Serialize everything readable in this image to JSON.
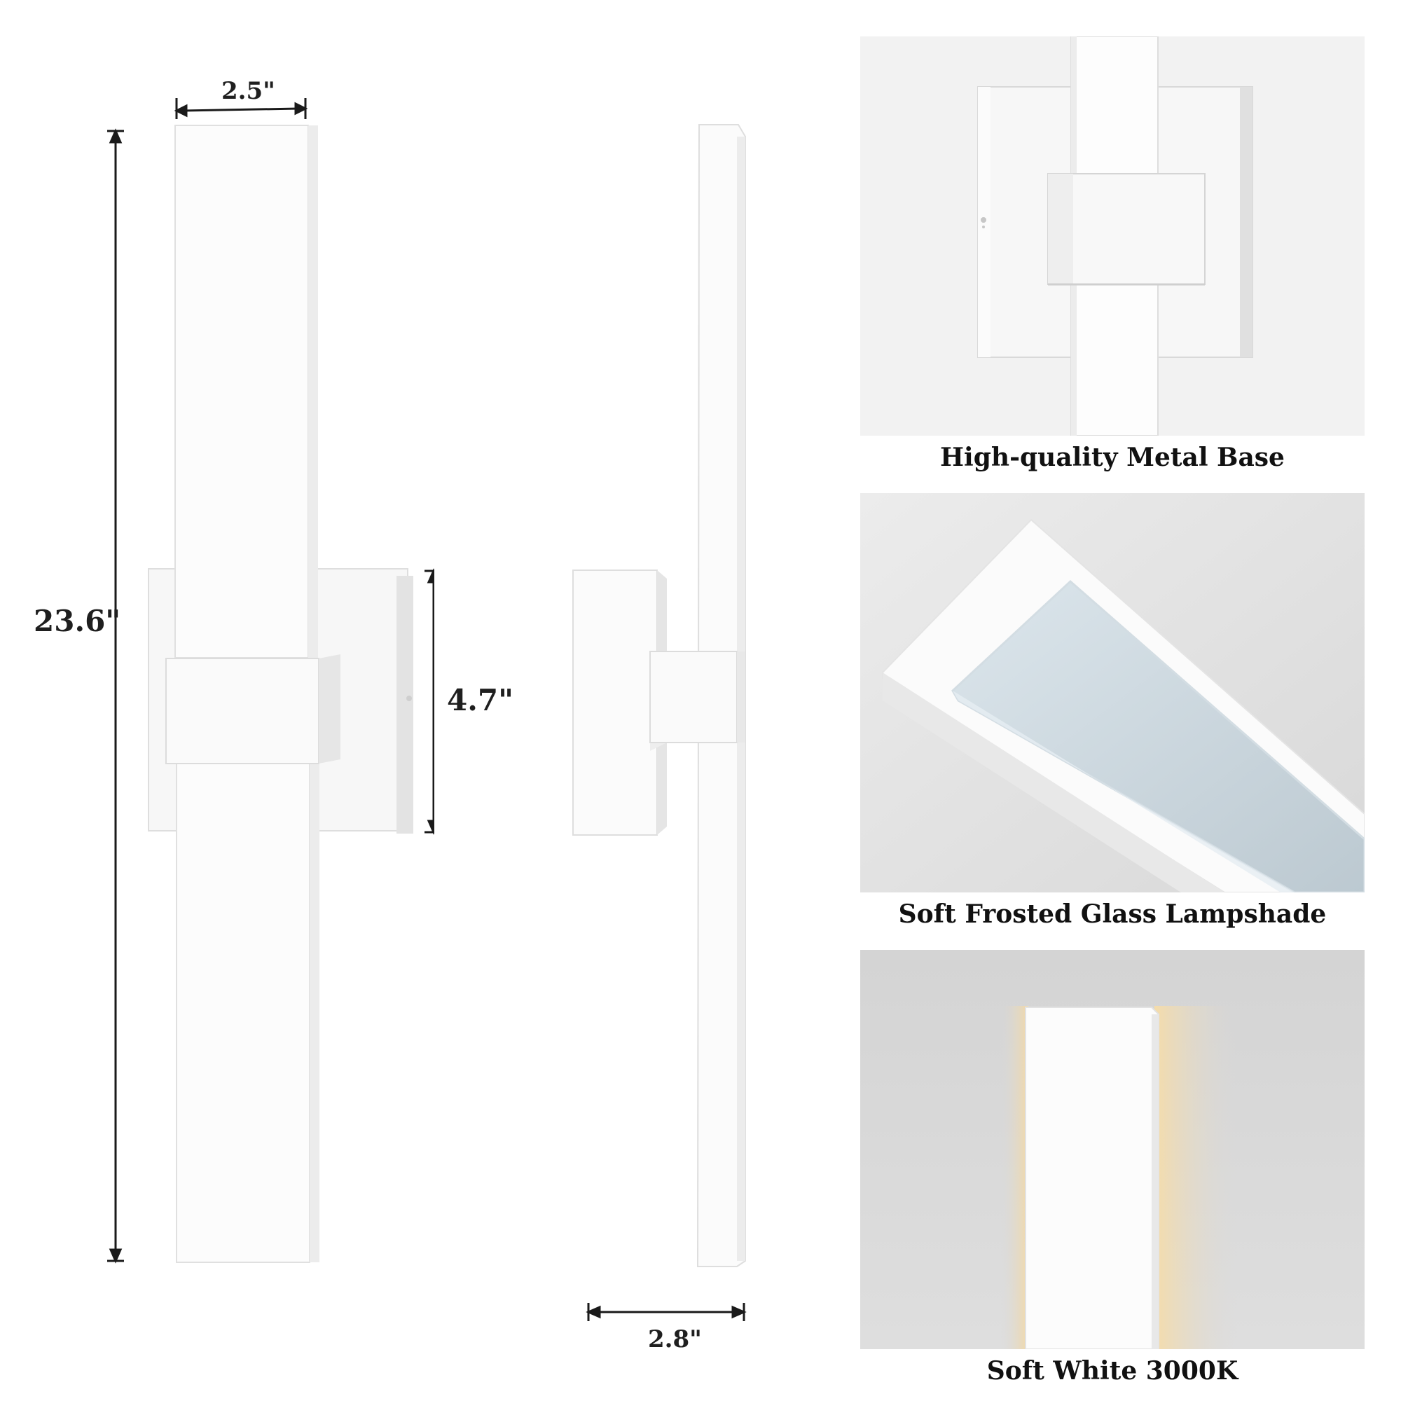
{
  "dimensions": {
    "width_front": "2.5\"",
    "height": "23.6\"",
    "base_height": "4.7\"",
    "depth": "2.8\""
  },
  "features": [
    {
      "caption": "High-quality Metal Base",
      "icon": "metal-base-closeup"
    },
    {
      "caption": "Soft Frosted Glass Lampshade",
      "icon": "frosted-glass-closeup"
    },
    {
      "caption": "Soft White 3000K",
      "icon": "soft-white-glow-closeup"
    }
  ],
  "colors": {
    "fixture": "#fdfdfd",
    "glass": "#c9d5dc",
    "glow": "#f3d9a6",
    "panel_gray": "#dcdcdc"
  }
}
